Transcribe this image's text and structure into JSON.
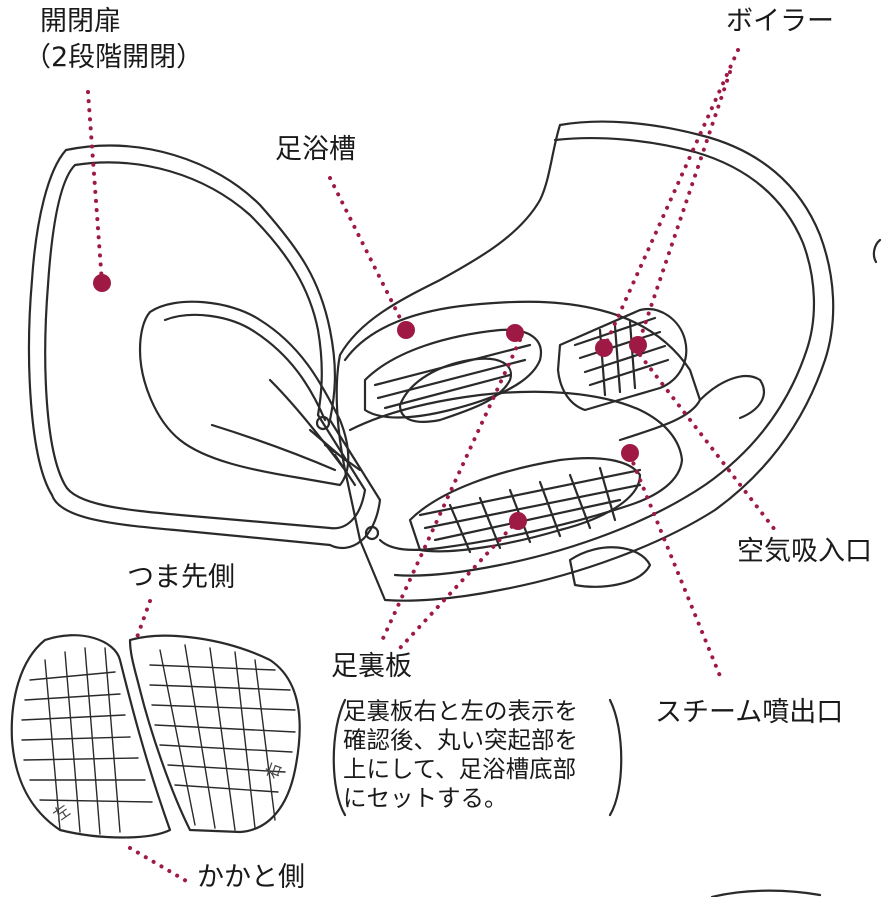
{
  "labels": {
    "door": "開閉扉",
    "door_sub": "（2段階開閉）",
    "tub": "足浴槽",
    "boiler": "ボイラー",
    "air_intake": "空気吸入口",
    "toe_side": "つま先側",
    "sole_plate": "足裏板",
    "steam_outlet": "スチーム噴出口",
    "heel_side": "かかと側"
  },
  "note": {
    "lines": [
      "足裏板右と左の表示を",
      "確認後、丸い突起部を",
      "上にして、足浴槽底部",
      "にセットする。"
    ]
  },
  "plate_marks": {
    "left": "左",
    "right": "右"
  },
  "colors": {
    "marker": "#9e1a45",
    "line": "#2a2a2a"
  }
}
